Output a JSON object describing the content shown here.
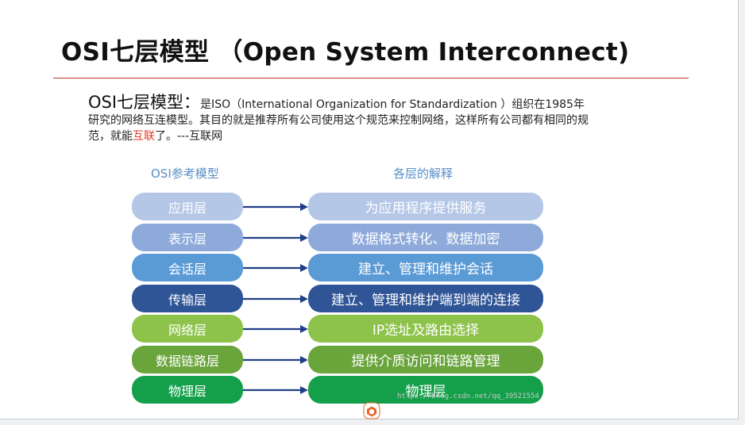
{
  "title": "OSI七层模型 （Open System Interconnect)",
  "intro": {
    "lead": "OSI七层模型：",
    "text_before": "是ISO（International Organization for Standardization ）组织在1985年研究的网络互连模型。其目的就是推荐所有公司使用这个规范来控制网络，这样所有公司都有相同的规范，就能",
    "highlight": "互联",
    "text_after": "了。---互联网"
  },
  "diagram": {
    "left_header": "OSI参考模型",
    "right_header": "各层的解释",
    "rows": [
      {
        "layer": "应用层",
        "desc": "为应用程序提供服务",
        "color": "#b4c7e7"
      },
      {
        "layer": "表示层",
        "desc": "数据格式转化、数据加密",
        "color": "#8eaadb"
      },
      {
        "layer": "会话层",
        "desc": "建立、管理和维护会话",
        "color": "#5b9bd5"
      },
      {
        "layer": "传输层",
        "desc": "建立、管理和维护端到端的连接",
        "color": "#2f5597"
      },
      {
        "layer": "网络层",
        "desc": "IP选址及路由选择",
        "color": "#8dc34a"
      },
      {
        "layer": "数据链路层",
        "desc": "提供介质访问和链路管理",
        "color": "#6aa53c"
      },
      {
        "layer": "物理层",
        "desc": "物理层",
        "color": "#14a04a"
      }
    ],
    "arrow_color": "#1f3f86"
  },
  "watermark": "https://blog.csdn.net/qq_39521554",
  "logo_color": "#e9632b"
}
